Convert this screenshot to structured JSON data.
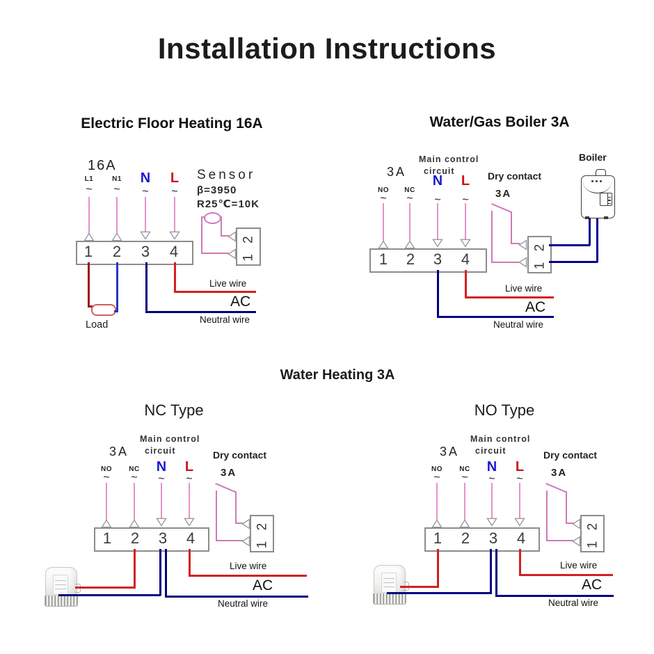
{
  "title": "Installation Instructions",
  "colors": {
    "pink_wire": "#e590cd",
    "switch_pink": "#cf79bb",
    "label_blue": "#1a1ad2",
    "label_red": "#cc1515",
    "live_red": "#d42020",
    "dark_red": "#9c1313",
    "load_blue": "#2a35c0",
    "neutral_navy": "#00007e",
    "boiler_navy": "#00008d",
    "box_border": "#8c8c8c"
  },
  "common": {
    "tilde": "~",
    "rating_3a": "3A",
    "main_control_line1": "Main control",
    "main_control_line2": "circuit",
    "dry_contact": "Dry contact",
    "dry_rating": "3A",
    "terminals": [
      "NO",
      "NC",
      "N",
      "L"
    ],
    "block": [
      "1",
      "2",
      "3",
      "4"
    ],
    "side_block": "1 2",
    "live_wire": "Live wire",
    "ac": "AC",
    "neutral_wire": "Neutral wire"
  },
  "efh": {
    "title": "Electric Floor Heating 16A",
    "rating": "16A",
    "terminals": [
      "L1",
      "N1",
      "N",
      "L"
    ],
    "sensor": {
      "name": "Sensor",
      "beta": "β=3950",
      "r25": "R25℃=10K"
    },
    "load": "Load"
  },
  "boiler": {
    "title": "Water/Gas Boiler 3A",
    "device": "Boiler"
  },
  "water_heating": {
    "title": "Water Heating 3A",
    "nc_title": "NC Type",
    "no_title": "NO Type"
  }
}
